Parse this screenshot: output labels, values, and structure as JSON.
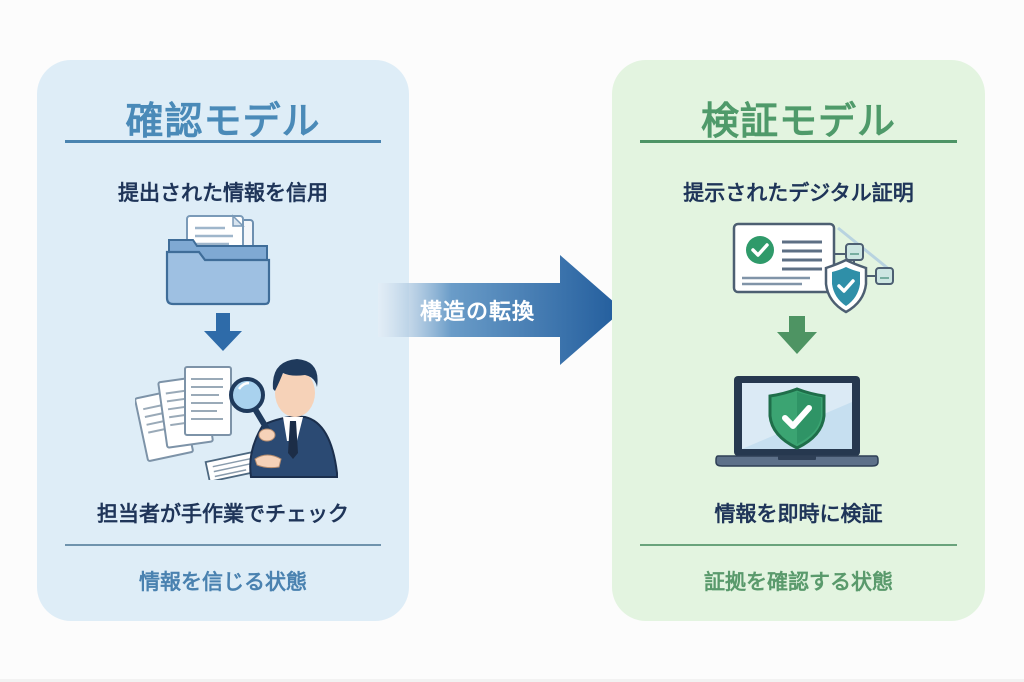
{
  "colors": {
    "background": "#fcfcfc",
    "left_panel_bg": "#deedf7",
    "right_panel_bg": "#e3f4e0",
    "left_accent": "#4a8ab8",
    "right_accent": "#4f9a6a",
    "dark_text": "#1f3559",
    "arrow_blue": "#2b65a3"
  },
  "left_panel": {
    "title": "確認モデル",
    "top_caption": "提出された情報を信用",
    "bottom_caption": "担当者が手作業でチェック",
    "footer": "情報を信じる状態",
    "icons": [
      "folder-with-documents-icon",
      "down-arrow-icon",
      "person-inspecting-documents-icon"
    ]
  },
  "transition": {
    "label": "構造の転換",
    "icon": "right-arrow-icon"
  },
  "right_panel": {
    "title": "検証モデル",
    "top_caption": "提示されたデジタル証明",
    "bottom_caption": "情報を即時に検証",
    "footer": "証拠を確認する状態",
    "icons": [
      "digital-certificate-icon",
      "down-arrow-icon",
      "laptop-shield-check-icon"
    ]
  }
}
